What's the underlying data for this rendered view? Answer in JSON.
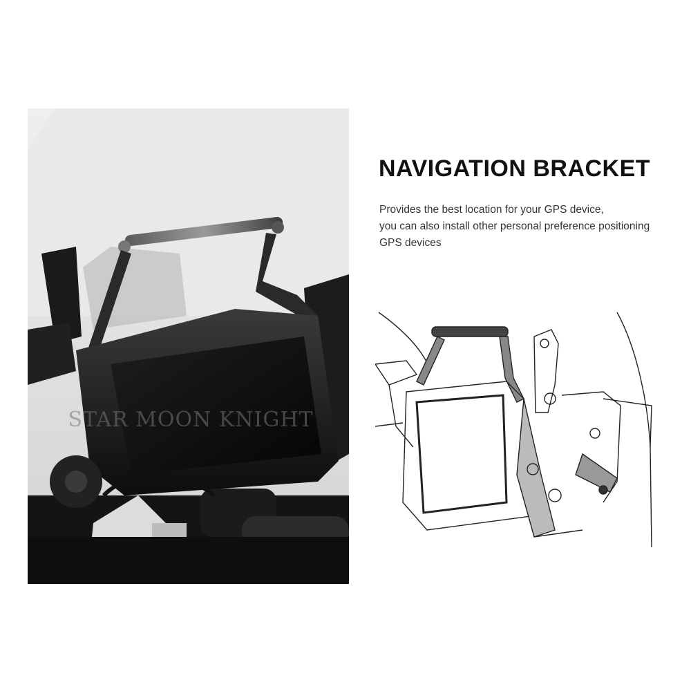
{
  "product_photo": {
    "watermark": "STAR MOON KNIGHT"
  },
  "heading": "NAVIGATION BRACKET",
  "description": {
    "line1": "Provides the best location for your GPS device,",
    "line2": "you can also install other personal preference positioning",
    "line3": "GPS devices"
  },
  "colors": {
    "heading": "#111111",
    "body_text": "#333333",
    "photo_background": "#e4e4e4"
  }
}
